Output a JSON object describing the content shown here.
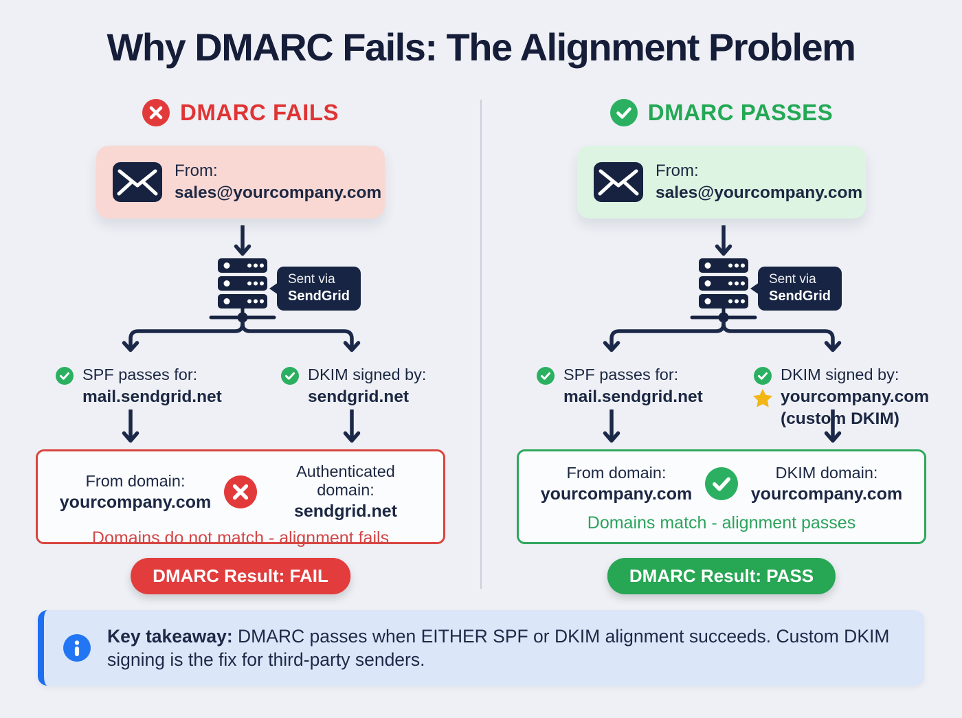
{
  "title": "Why DMARC Fails: The Alignment Problem",
  "colors": {
    "background": "#eef0f5",
    "navy": "#16223f",
    "red": "#e23a3a",
    "green": "#27a654",
    "gold_star": "#f2b616",
    "blue_info": "#2276f3",
    "pink_card_bg": "#f9d8d4",
    "green_card_bg": "#def4e2",
    "takeaway_bg": "#dbe7f9"
  },
  "fail": {
    "header": "DMARC FAILS",
    "from_label": "From:",
    "from_address": "sales@yourcompany.com",
    "sent_via_line1": "Sent via",
    "sent_via_line2": "SendGrid",
    "spf_label": "SPF passes for:",
    "spf_domain": "mail.sendgrid.net",
    "dkim_label": "DKIM signed by:",
    "dkim_domain": "sendgrid.net",
    "box_left_label": "From domain:",
    "box_left_domain": "yourcompany.com",
    "box_right_label": "Authenticated domain:",
    "box_right_domain": "sendgrid.net",
    "box_verdict": "Domains do not match - alignment fails",
    "result": "DMARC Result: FAIL"
  },
  "pass": {
    "header": "DMARC PASSES",
    "from_label": "From:",
    "from_address": "sales@yourcompany.com",
    "sent_via_line1": "Sent via",
    "sent_via_line2": "SendGrid",
    "spf_label": "SPF passes for:",
    "spf_domain": "mail.sendgrid.net",
    "dkim_label": "DKIM signed by:",
    "dkim_domain": "yourcompany.com",
    "dkim_note": "(custom DKIM)",
    "box_left_label": "From domain:",
    "box_left_domain": "yourcompany.com",
    "box_right_label": "DKIM domain:",
    "box_right_domain": "yourcompany.com",
    "box_verdict": "Domains match - alignment passes",
    "result": "DMARC Result: PASS"
  },
  "takeaway": {
    "lead": "Key takeaway:",
    "body": " DMARC passes when EITHER SPF or DKIM alignment succeeds. Custom DKIM signing is the fix for third-party senders."
  }
}
